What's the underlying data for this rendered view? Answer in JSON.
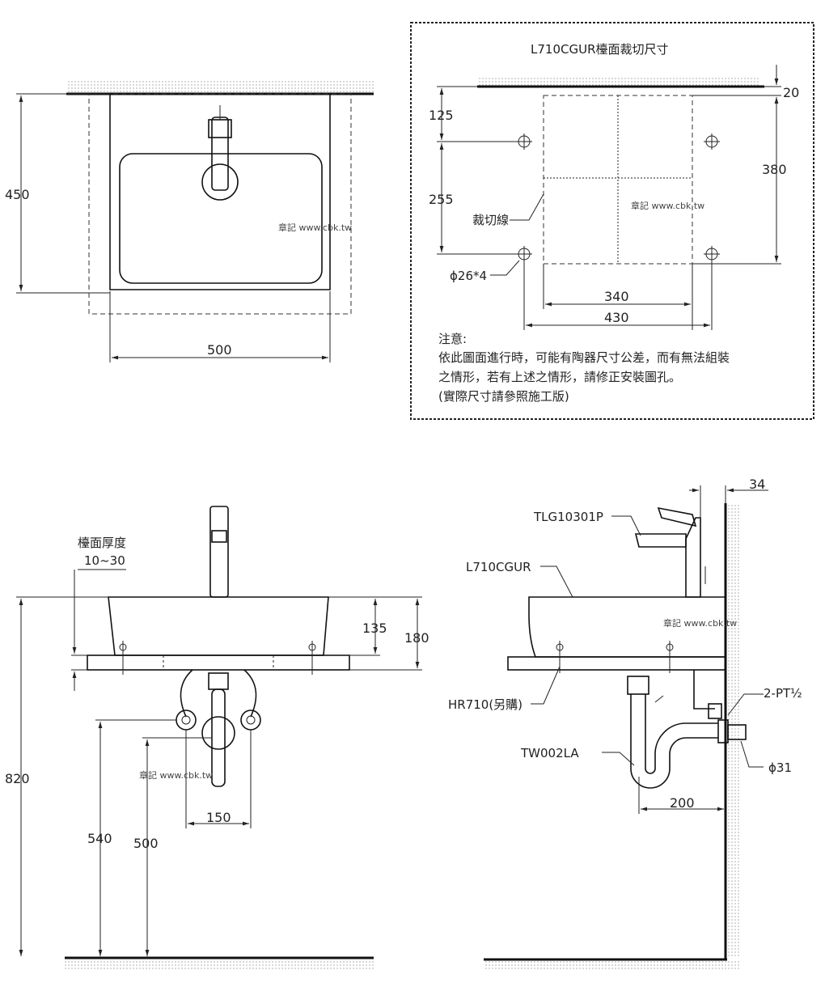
{
  "top_view": {
    "dim_depth": "450",
    "dim_width": "500",
    "watermark": "章記 www.cbk.tw"
  },
  "cutout_panel": {
    "title": "L710CGUR檯面裁切尺寸",
    "dim_top_offset": "20",
    "dim_hole_offset": "125",
    "dim_cut_height": "380",
    "dim_hole_spacing_v": "255",
    "label_cut_line": "裁切線",
    "label_holes": "ϕ26*4",
    "dim_cut_width": "340",
    "dim_hole_spacing_h": "430",
    "watermark": "章記 www.cbk.tw",
    "note_title": "注意:",
    "note_line1": "依此圖面進行時，可能有陶器尺寸公差，而有無法組裝",
    "note_line2": "之情形，若有上述之情形，請修正安裝圖孔。",
    "note_line3": "(實際尺寸請參照施工版)"
  },
  "front_view": {
    "counter_label_1": "檯面厚度",
    "counter_label_2": "10~30",
    "dim_135": "135",
    "dim_180": "180",
    "dim_820": "820",
    "dim_540": "540",
    "dim_500": "500",
    "dim_150": "150",
    "watermark": "章記 www.cbk.tw"
  },
  "side_view": {
    "dim_34": "34",
    "label_faucet": "TLG10301P",
    "label_basin": "L710CGUR",
    "label_bracket": "HR710(另購)",
    "label_trap": "TW002LA",
    "label_pt": "2-PT½",
    "label_drain": "ϕ31",
    "dim_200": "200",
    "watermark": "章記 www.cbk.tw"
  }
}
